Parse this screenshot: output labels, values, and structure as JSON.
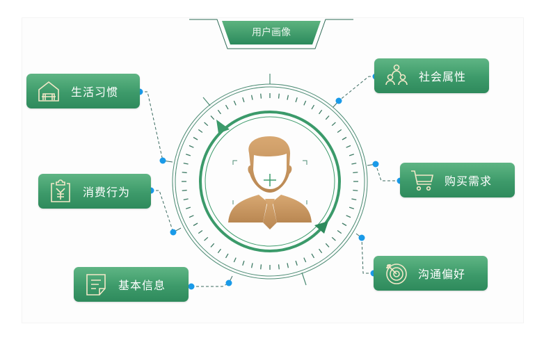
{
  "title": "用户画像",
  "center": {
    "figure": "businessman-avatar-icon"
  },
  "colors": {
    "accent_green": "#3d9a6a",
    "connector_blue": "#1a9ae8",
    "avatar_brown": "#c99560"
  },
  "nodes": [
    {
      "id": "lifestyle",
      "label": "生活习惯",
      "icon": "house-sofa-icon",
      "side": "left"
    },
    {
      "id": "consumption",
      "label": "消费行为",
      "icon": "clipboard-yen-icon",
      "side": "left"
    },
    {
      "id": "basic-info",
      "label": "基本信息",
      "icon": "document-icon",
      "side": "left"
    },
    {
      "id": "social",
      "label": "社会属性",
      "icon": "people-hierarchy-icon",
      "side": "right"
    },
    {
      "id": "purchase",
      "label": "购买需求",
      "icon": "shopping-cart-icon",
      "side": "right"
    },
    {
      "id": "communication",
      "label": "沟通偏好",
      "icon": "target-dart-icon",
      "side": "right"
    }
  ]
}
